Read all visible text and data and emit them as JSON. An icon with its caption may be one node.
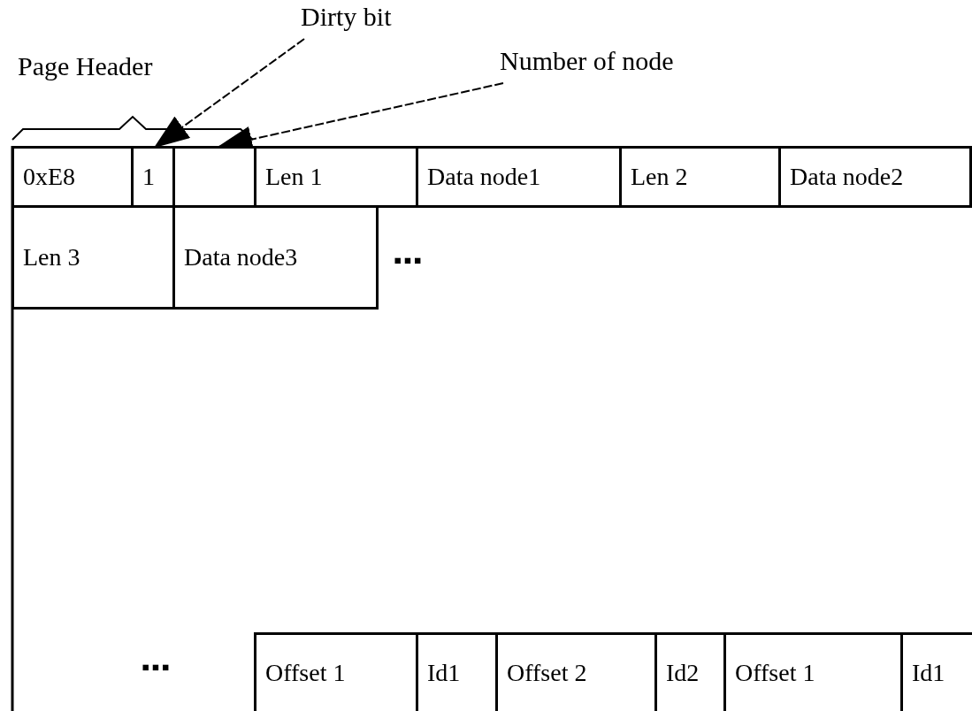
{
  "diagram": {
    "nodes": [
      {
        "text": [
          "0xE8"
        ]
      },
      {
        "text": [
          "1"
        ]
      },
      {
        "text": [],
        "shape": "box"
      },
      {
        "text": [
          "Len 1"
        ]
      },
      {
        "text": [
          "Data node1"
        ]
      },
      {
        "text": [
          "Len 2"
        ]
      },
      {
        "text": [
          "Data node2"
        ]
      },
      {
        "text": [
          "Len 3"
        ]
      },
      {
        "text": [
          "Data node3"
        ]
      },
      {
        "text": [
          "Offset 1"
        ]
      },
      {
        "text": [
          "Id1"
        ]
      },
      {
        "text": [
          "Offset 2"
        ]
      },
      {
        "text": [
          "Id2"
        ]
      },
      {
        "text": [
          "Offset 1"
        ]
      },
      {
        "text": [
          "Id1"
        ]
      },
      {
        "text": [
          "Dirty bit"
        ]
      },
      {
        "text": [
          "Number of node"
        ]
      }
    ],
    "edges": [
      {
        "from": 15,
        "to": 1,
        "arrow": "to"
      },
      {
        "from": 16,
        "to": 2,
        "arrow": "to"
      }
    ],
    "labels": [
      "Page Header",
      "▪▪▪",
      "▪▪▪"
    ]
  }
}
